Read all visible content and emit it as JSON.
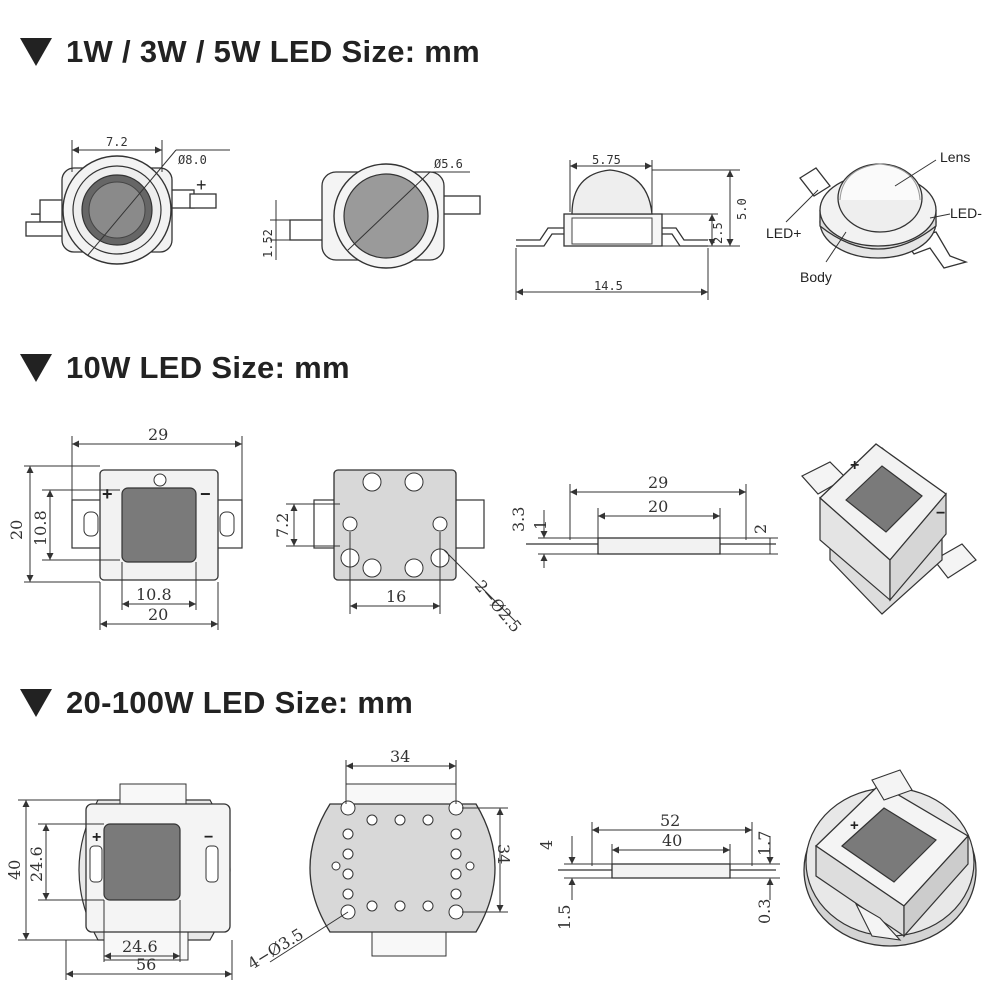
{
  "sections": [
    {
      "title": "1W / 3W / 5W LED Size: mm"
    },
    {
      "title": "10W LED Size: mm"
    },
    {
      "title": "20-100W LED Size: mm"
    }
  ],
  "small_led": {
    "front_width": "7.2",
    "front_diameter": "Ø8.0",
    "plus": "+",
    "minus": "−",
    "back_diameter": "Ø5.6",
    "back_lead": "1.52",
    "side_lens": "5.75",
    "side_height": "5.0",
    "side_body": "2.5",
    "side_length": "14.5",
    "iso_lens": "Lens",
    "iso_led_plus": "LED+",
    "iso_led_minus": "LED-",
    "iso_body": "Body"
  },
  "led10": {
    "top_width": "29",
    "left_height": "20",
    "left_inner": "10.8",
    "bottom_inner": "10.8",
    "bottom_width": "20",
    "plus": "+",
    "minus": "−",
    "back_height": "7.2",
    "back_width": "16",
    "back_holes": "2−Ø2.5",
    "side_total": "29",
    "side_inner": "20",
    "side_h1": "3.3",
    "side_h2": "1",
    "side_h3": "2",
    "iso_plus": "+",
    "iso_minus": "−"
  },
  "led100": {
    "left_height": "40",
    "left_inner": "24.6",
    "bottom_inner": "24.6",
    "bottom_width": "56",
    "plus": "+",
    "minus": "−",
    "back_top": "34",
    "back_right": "34",
    "back_holes": "4−Ø3.5",
    "side_total": "52",
    "side_inner": "40",
    "side_h1": "4",
    "side_h2": "1.5",
    "side_h3": "1.7",
    "side_h4": "0.3",
    "iso_plus": "+"
  }
}
